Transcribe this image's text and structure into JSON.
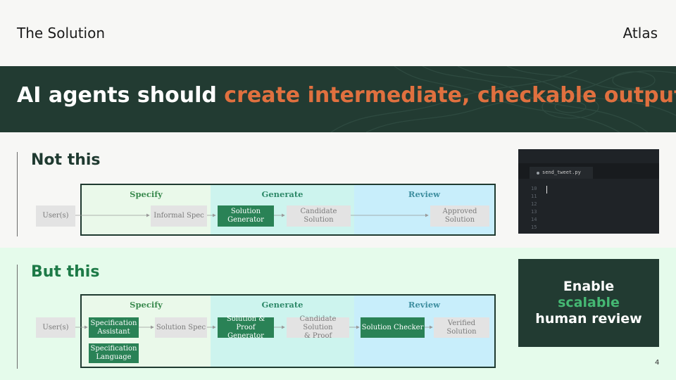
{
  "header": {
    "section": "The Solution",
    "brand": "Atlas"
  },
  "banner": {
    "title_plain": "AI agents should ",
    "title_highlight": "create intermediate, checkable outputs"
  },
  "not_this": {
    "label": "Not this",
    "zones": {
      "specify": "Specify",
      "generate": "Generate",
      "review": "Review"
    },
    "nodes": {
      "users": "User(s)",
      "informal_spec": "Informal Spec",
      "solution_generator": "Solution\nGenerator",
      "candidate_solution": "Candidate Solution",
      "approved_solution": "Approved Solution"
    }
  },
  "but_this": {
    "label": "But this",
    "zones": {
      "specify": "Specify",
      "generate": "Generate",
      "review": "Review"
    },
    "nodes": {
      "users": "User(s)",
      "spec_assistant": "Specification\nAssistant",
      "spec_language": "Specification\nLanguage",
      "solution_spec": "Solution Spec",
      "proof_generator": "Solution & Proof\nGenerator",
      "candidate_proof": "Candidate Solution\n& Proof",
      "solution_checker": "Solution Checker",
      "verified_solution": "Verified Solution"
    }
  },
  "editor": {
    "tab_name": "send_tweet.py",
    "line_numbers": [
      "10",
      "11",
      "12",
      "13",
      "14",
      "15"
    ]
  },
  "cta": {
    "line1": "Enable",
    "line2": "scalable",
    "line3": "human review"
  },
  "page_number": "4",
  "colors": {
    "dark_green": "#223b32",
    "orange": "#e0703f",
    "node_green": "#2a8256",
    "specify_zone": "#eaf9ea",
    "generate_zone": "#cdf4ee",
    "review_zone": "#c8eefb",
    "accent_green": "#45b873"
  }
}
